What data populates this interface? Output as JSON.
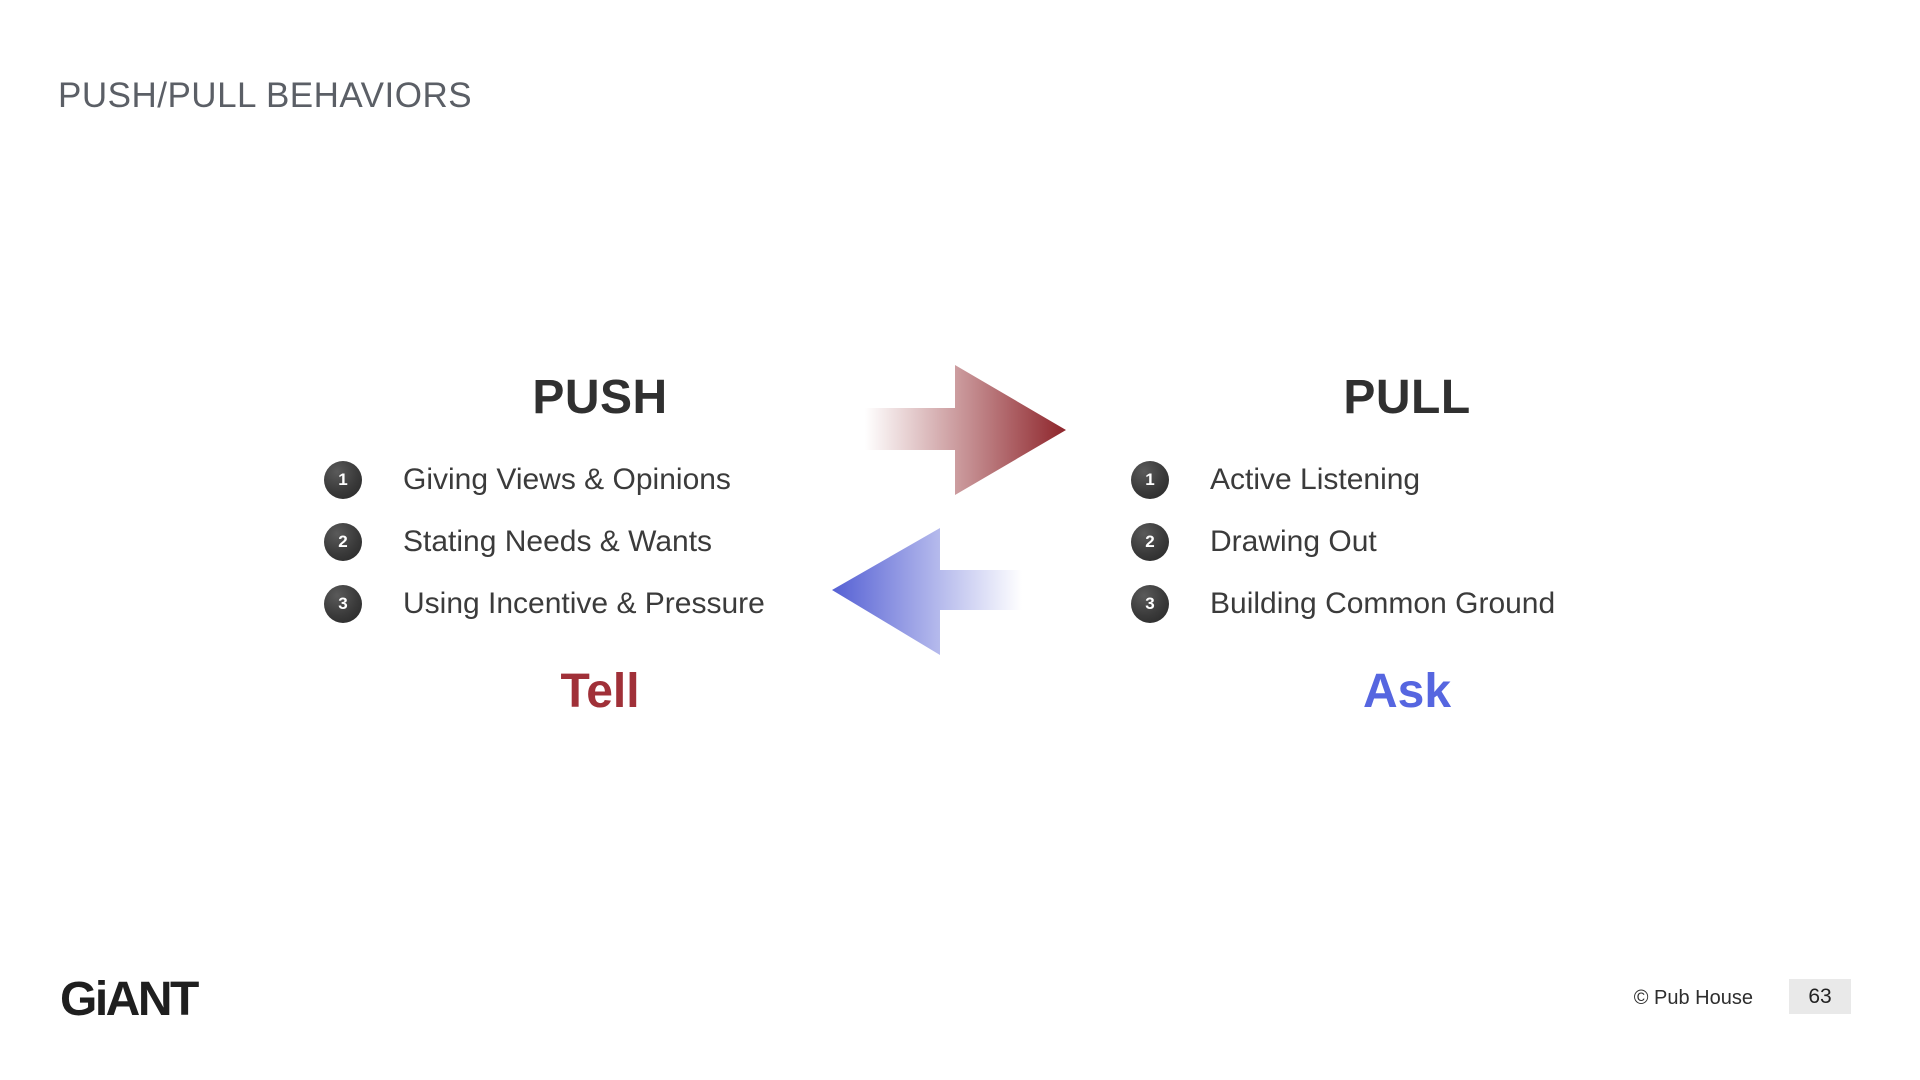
{
  "slide": {
    "title": "PUSH/PULL BEHAVIORS",
    "push": {
      "heading": "PUSH",
      "items": [
        {
          "num": "1",
          "label": "Giving Views & Opinions"
        },
        {
          "num": "2",
          "label": "Stating Needs & Wants"
        },
        {
          "num": "3",
          "label": "Using Incentive & Pressure"
        }
      ],
      "footer_label": "Tell",
      "accent_color": "#A03038",
      "arrow_color": "#8E252B",
      "arrow_direction": "right"
    },
    "pull": {
      "heading": "PULL",
      "items": [
        {
          "num": "1",
          "label": "Active Listening"
        },
        {
          "num": "2",
          "label": "Drawing Out"
        },
        {
          "num": "3",
          "label": "Building Common Ground"
        }
      ],
      "footer_label": "Ask",
      "accent_color": "#5666E0",
      "arrow_color": "#5560D4",
      "arrow_direction": "left"
    },
    "badge_color": "#3A3A3A"
  },
  "footer": {
    "logo_text": "GiANT",
    "copyright": "© Pub House",
    "page_number": "63"
  }
}
